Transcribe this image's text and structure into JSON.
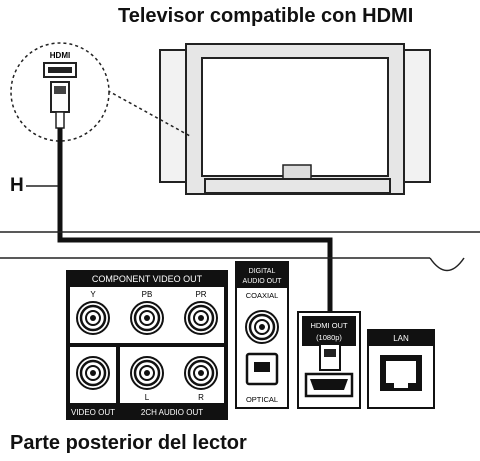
{
  "title_tv": "Televisor compatible con HDMI",
  "title_rear": "Parte posterior del lector",
  "cable_label": "H",
  "callout_port": "HDMI",
  "panel": {
    "component_video_out": "COMPONENT VIDEO OUT",
    "y": "Y",
    "pb": "PB",
    "pr": "PR",
    "video_out": "VIDEO OUT",
    "audio_2ch": "2CH AUDIO OUT",
    "left": "L",
    "right": "R",
    "digital_audio_1": "DIGITAL",
    "digital_audio_2": "AUDIO OUT",
    "coaxial": "COAXIAL",
    "optical": "OPTICAL",
    "hdmi_out": "HDMI OUT",
    "hdmi_res": "(1080p)",
    "lan": "LAN"
  }
}
